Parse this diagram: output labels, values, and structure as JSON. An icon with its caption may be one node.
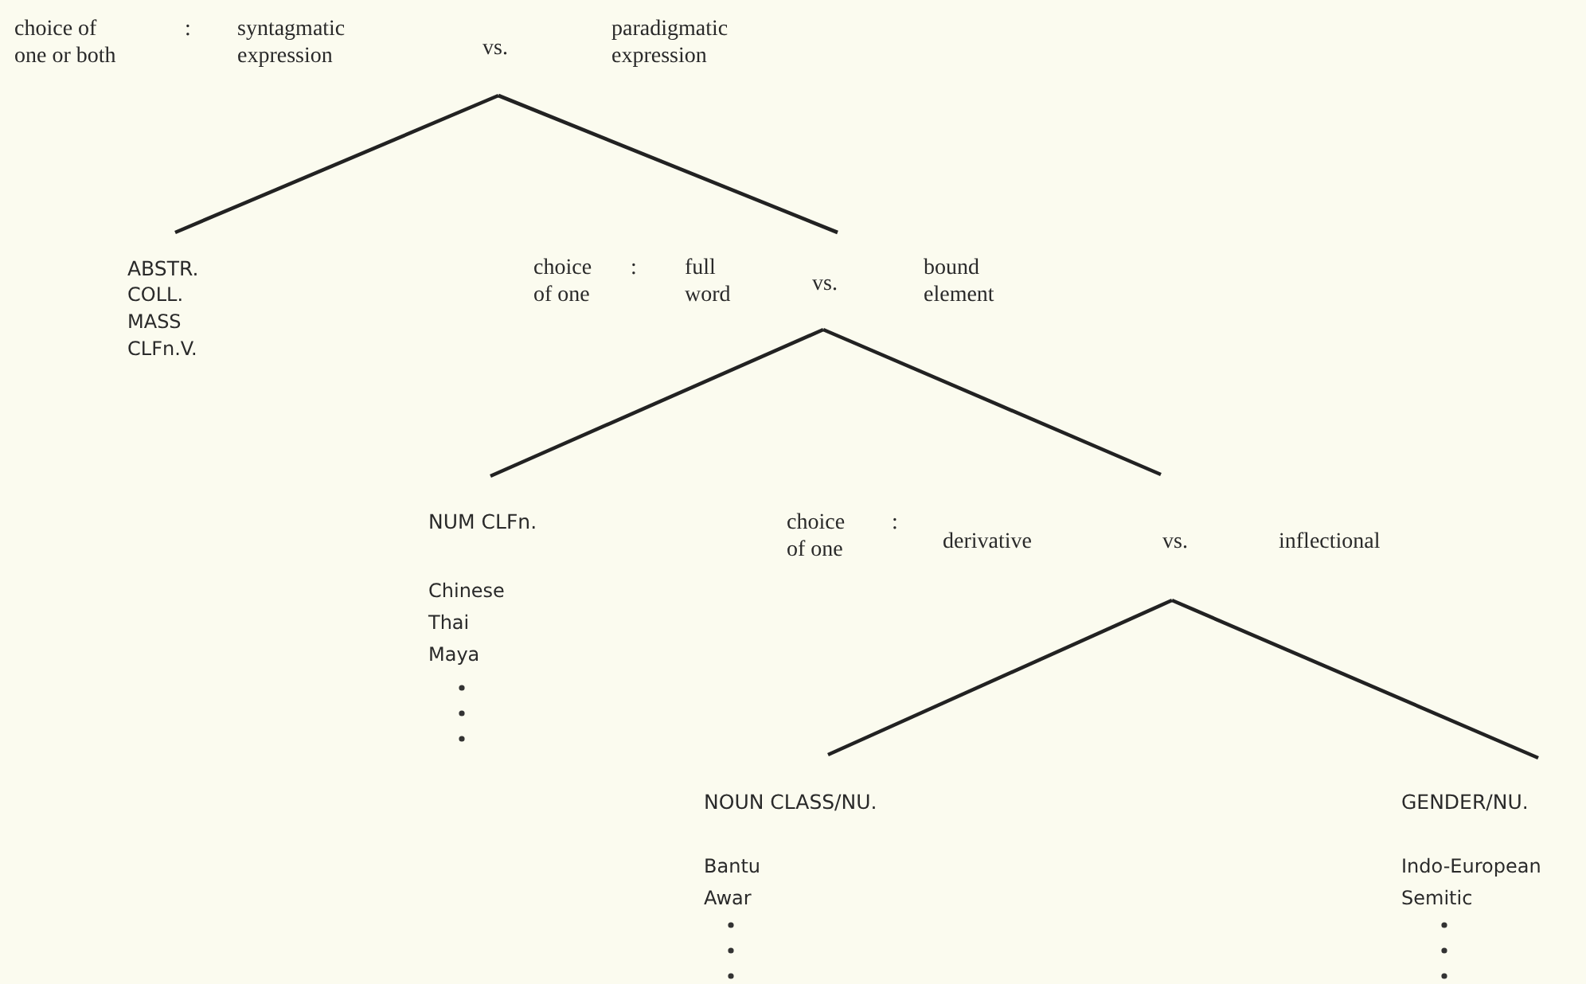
{
  "diagram": {
    "nodes": [
      {
        "text": [
          "choice of one or both",
          ":",
          "syntagmatic expression",
          "vs.",
          "paradigmatic expression"
        ]
      },
      {
        "text": [
          "ABSTR.",
          "COLL.",
          "MASS",
          "CLFn.V."
        ]
      },
      {
        "text": [
          "choice of one",
          ":",
          "full word",
          "vs.",
          "bound element"
        ]
      },
      {
        "text": [
          "NUM CLFn.",
          "Chinese",
          "Thai",
          "Maya"
        ]
      },
      {
        "text": [
          "choice of one",
          ":",
          "derivative",
          "vs.",
          "inflectional"
        ]
      },
      {
        "text": [
          "NOUN CLASS/NU.",
          "Bantu",
          "Awar"
        ]
      },
      {
        "text": [
          "GENDER/NU.",
          "Indo-European",
          "Semitic"
        ]
      }
    ],
    "edges": [
      {
        "from": 0,
        "to": 1,
        "arrow": "none"
      },
      {
        "from": 0,
        "to": 2,
        "arrow": "none"
      },
      {
        "from": 2,
        "to": 3,
        "arrow": "none"
      },
      {
        "from": 2,
        "to": 4,
        "arrow": "none"
      },
      {
        "from": 4,
        "to": 5,
        "arrow": "none"
      },
      {
        "from": 4,
        "to": 6,
        "arrow": "none"
      }
    ]
  }
}
